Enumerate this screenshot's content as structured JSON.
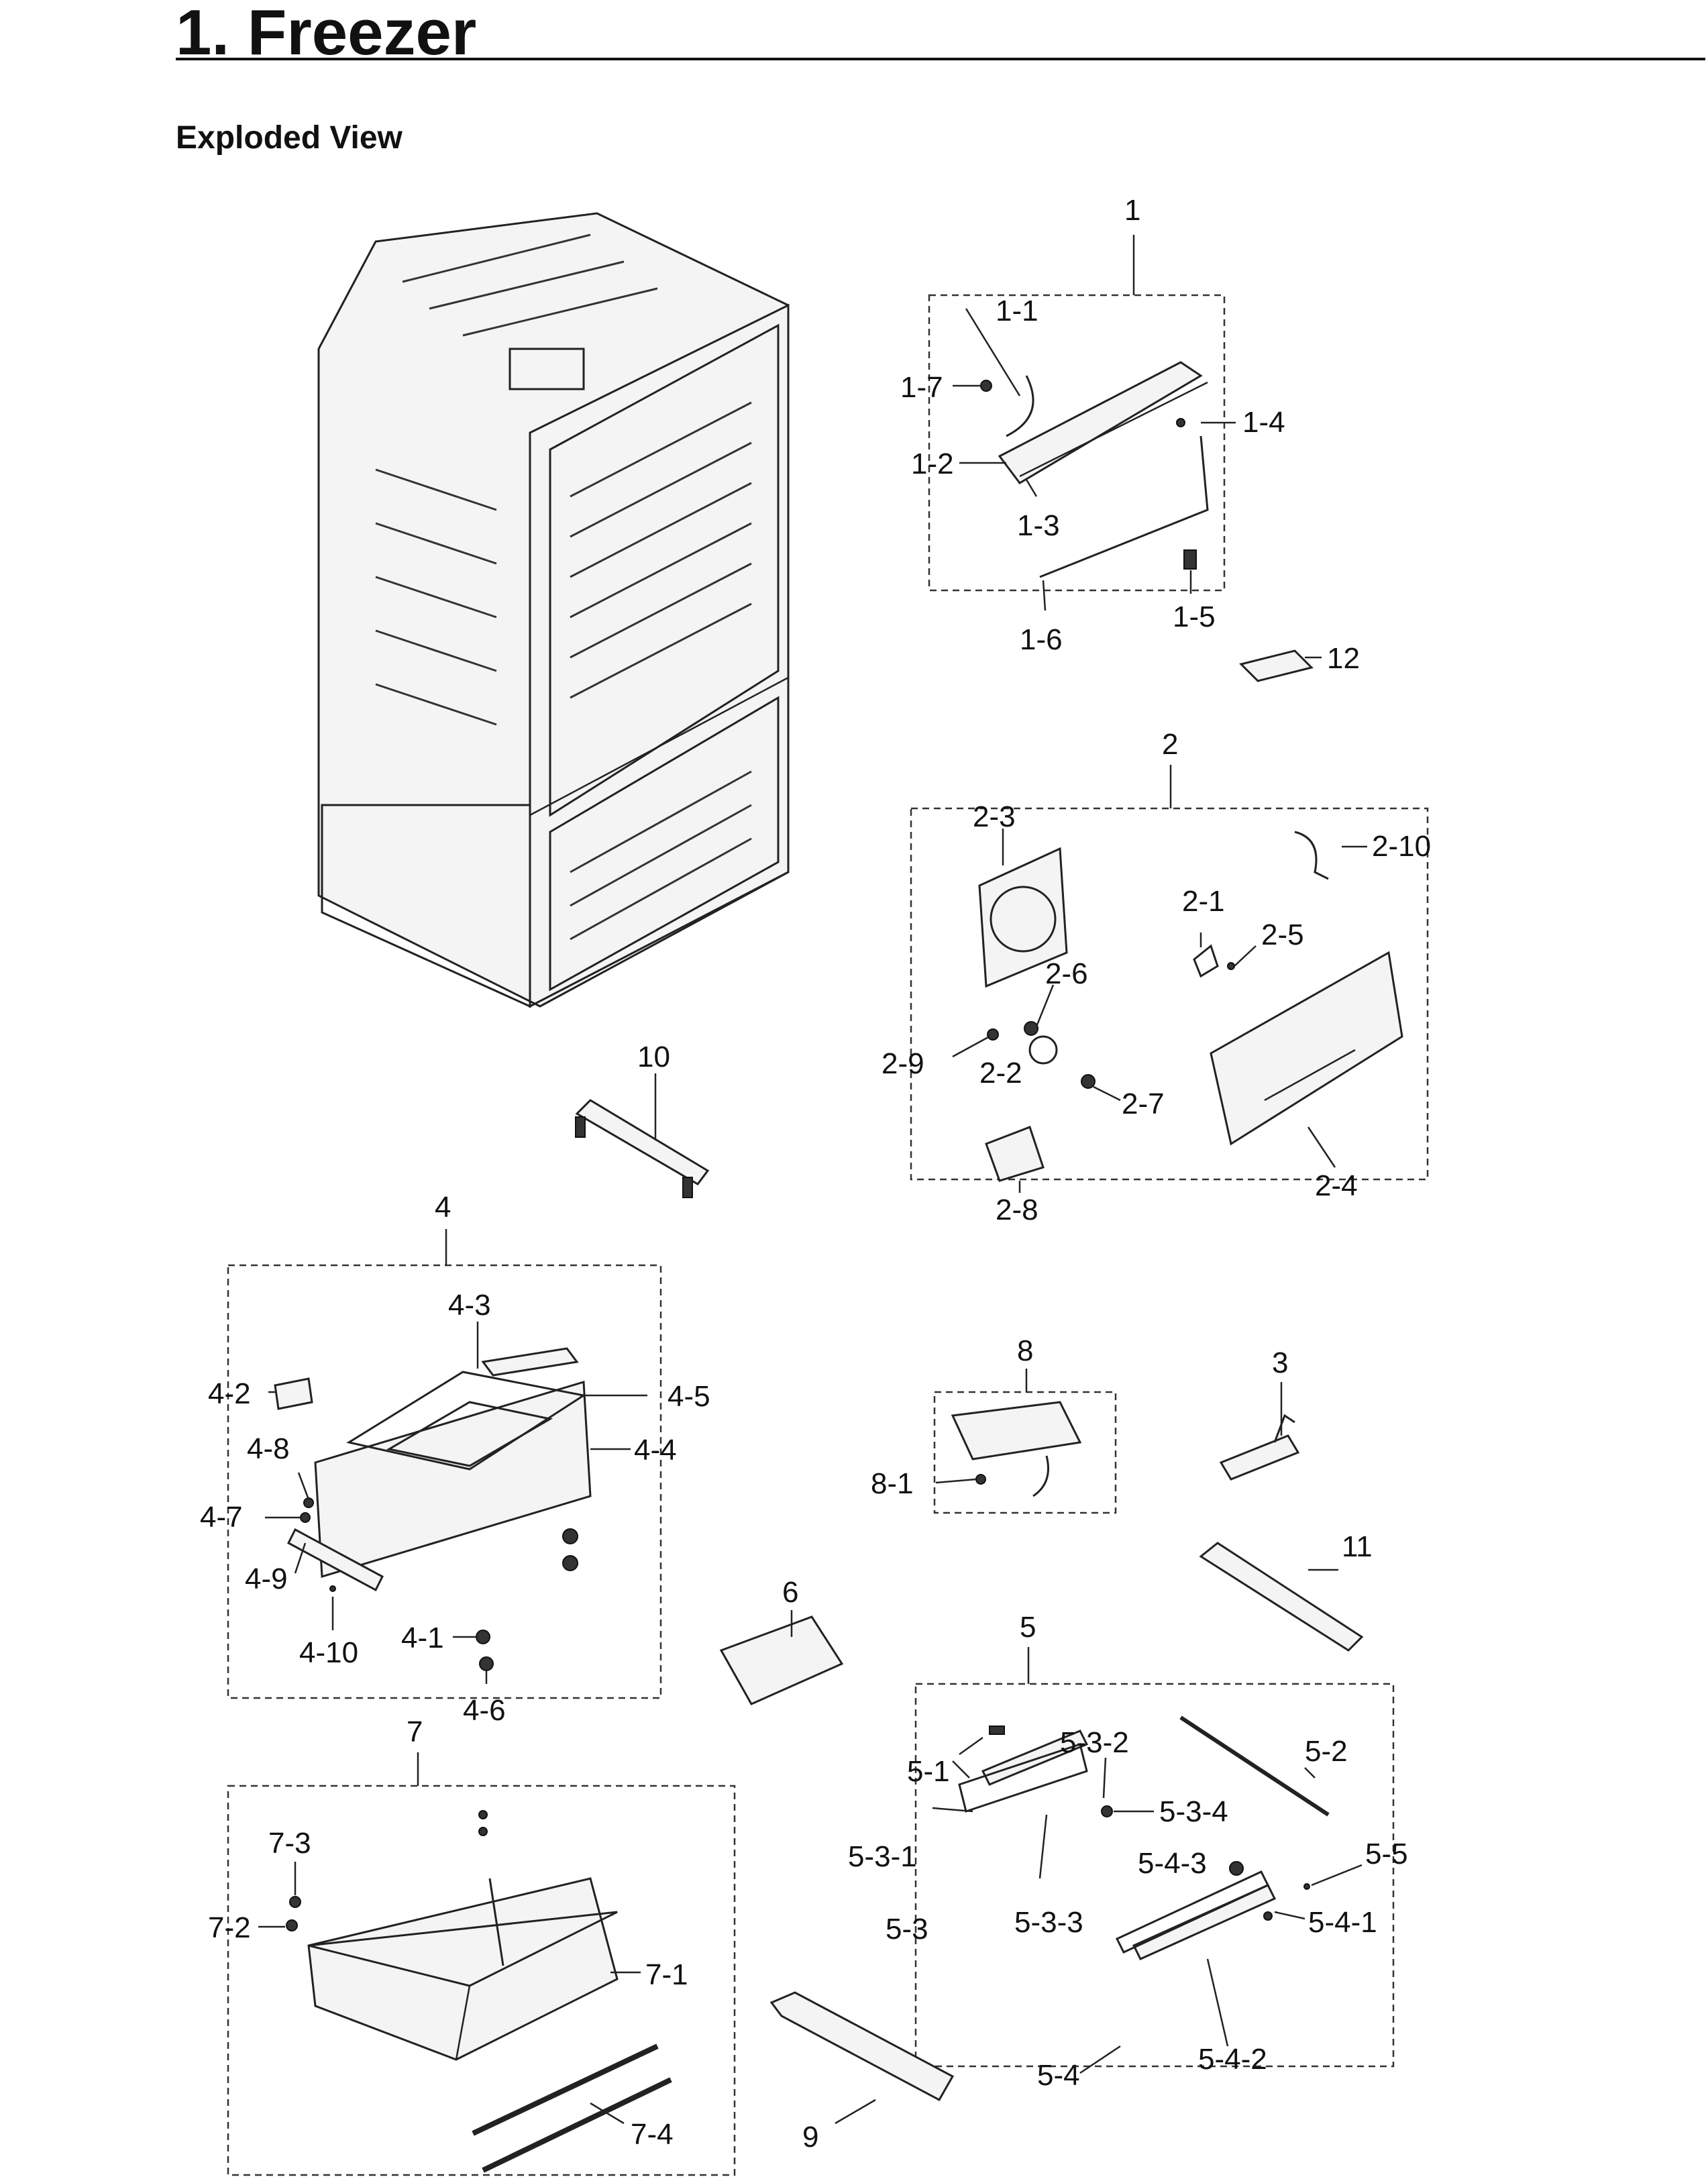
{
  "header": {
    "title": "1.  Freezer",
    "subtitle": "Exploded View"
  },
  "labels": {
    "g1": "1",
    "l1_1": "1-1",
    "l1_2": "1-2",
    "l1_3": "1-3",
    "l1_4": "1-4",
    "l1_5": "1-5",
    "l1_6": "1-6",
    "l1_7": "1-7",
    "l12": "12",
    "g2": "2",
    "l2_1": "2-1",
    "l2_2": "2-2",
    "l2_3": "2-3",
    "l2_4": "2-4",
    "l2_5": "2-5",
    "l2_6": "2-6",
    "l2_7": "2-7",
    "l2_8": "2-8",
    "l2_9": "2-9",
    "l2_10": "2-10",
    "l10": "10",
    "g4": "4",
    "l4_1": "4-1",
    "l4_2": "4-2",
    "l4_3": "4-3",
    "l4_4": "4-4",
    "l4_5": "4-5",
    "l4_6": "4-6",
    "l4_7": "4-7",
    "l4_8": "4-8",
    "l4_9": "4-9",
    "l4_10": "4-10",
    "g8": "8",
    "l8_1": "8-1",
    "l3": "3",
    "l11": "11",
    "l6": "6",
    "g5": "5",
    "l5_1": "5-1",
    "l5_2": "5-2",
    "l5_3": "5-3",
    "l5_3_1": "5-3-1",
    "l5_3_2": "5-3-2",
    "l5_3_3": "5-3-3",
    "l5_3_4": "5-3-4",
    "l5_4": "5-4",
    "l5_4_1": "5-4-1",
    "l5_4_2": "5-4-2",
    "l5_4_3": "5-4-3",
    "l5_5": "5-5",
    "g7": "7",
    "l7_1": "7-1",
    "l7_2": "7-2",
    "l7_3": "7-3",
    "l7_4": "7-4",
    "l9": "9"
  }
}
